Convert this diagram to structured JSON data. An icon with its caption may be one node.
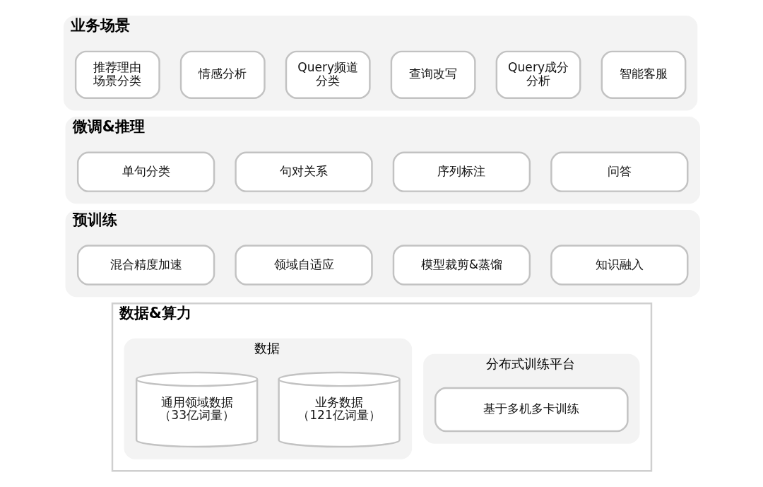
{
  "diagram": {
    "nodes": [
      {
        "text": [
          "业务场景"
        ]
      },
      {
        "text": [
          "推荐理由场景分类"
        ],
        "in": 0
      },
      {
        "text": [
          "情感分析"
        ],
        "in": 0
      },
      {
        "text": [
          "Query频道分类"
        ],
        "in": 0
      },
      {
        "text": [
          "查询改写"
        ],
        "in": 0
      },
      {
        "text": [
          "Query成分分析"
        ],
        "in": 0
      },
      {
        "text": [
          "智能客服"
        ],
        "in": 0
      },
      {
        "text": [
          "微调&推理"
        ]
      },
      {
        "text": [
          "单句分类"
        ],
        "in": 7
      },
      {
        "text": [
          "句对关系"
        ],
        "in": 7
      },
      {
        "text": [
          "序列标注"
        ],
        "in": 7
      },
      {
        "text": [
          "问答"
        ],
        "in": 7
      },
      {
        "text": [
          "预训练"
        ]
      },
      {
        "text": [
          "混合精度加速"
        ],
        "in": 12
      },
      {
        "text": [
          "领域自适应"
        ],
        "in": 12
      },
      {
        "text": [
          "模型裁剪&蒸馏"
        ],
        "in": 12
      },
      {
        "text": [
          "知识融入"
        ],
        "in": 12
      },
      {
        "text": [
          "数据&算力"
        ]
      },
      {
        "text": [
          "数据"
        ],
        "in": 17
      },
      {
        "text": [
          "通用领域数据（33亿词量）"
        ],
        "in": 18
      },
      {
        "text": [
          "业务数据（121亿词量）"
        ],
        "in": 18
      },
      {
        "text": [
          "分布式训练平台"
        ],
        "in": 17
      },
      {
        "text": [
          "基于多机多卡训练"
        ],
        "in": 21
      }
    ]
  }
}
